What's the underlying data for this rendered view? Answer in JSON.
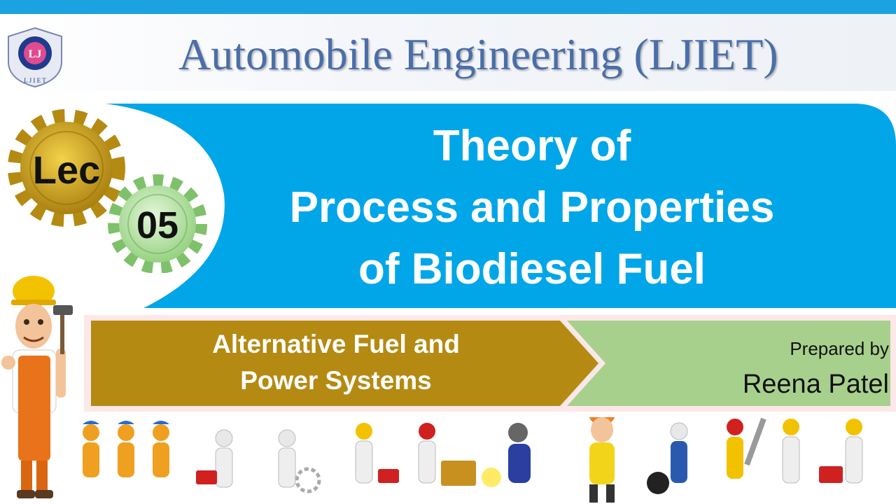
{
  "header": {
    "course_title": "Automobile Engineering (LJIET)",
    "logo_text": "LJ",
    "logo_letters": "L J I E T"
  },
  "badge": {
    "lec_label": "Lec",
    "lec_number": "05"
  },
  "lecture": {
    "title_line1": "Theory of",
    "title_line2": "Process and Properties",
    "title_line3": "of Biodiesel Fuel"
  },
  "subject": {
    "line1": "Alternative Fuel and",
    "line2": "Power Systems"
  },
  "author": {
    "prepared_label": "Prepared by",
    "name": "Reena Patel"
  },
  "colors": {
    "banner_blue": "#00a6e8",
    "header_text": "#4a6ea8",
    "gold": "#b48a12",
    "gear_gold": "#c9a21e",
    "gear_green": "#b9e3a8",
    "author_panel": "#a8d08d"
  }
}
